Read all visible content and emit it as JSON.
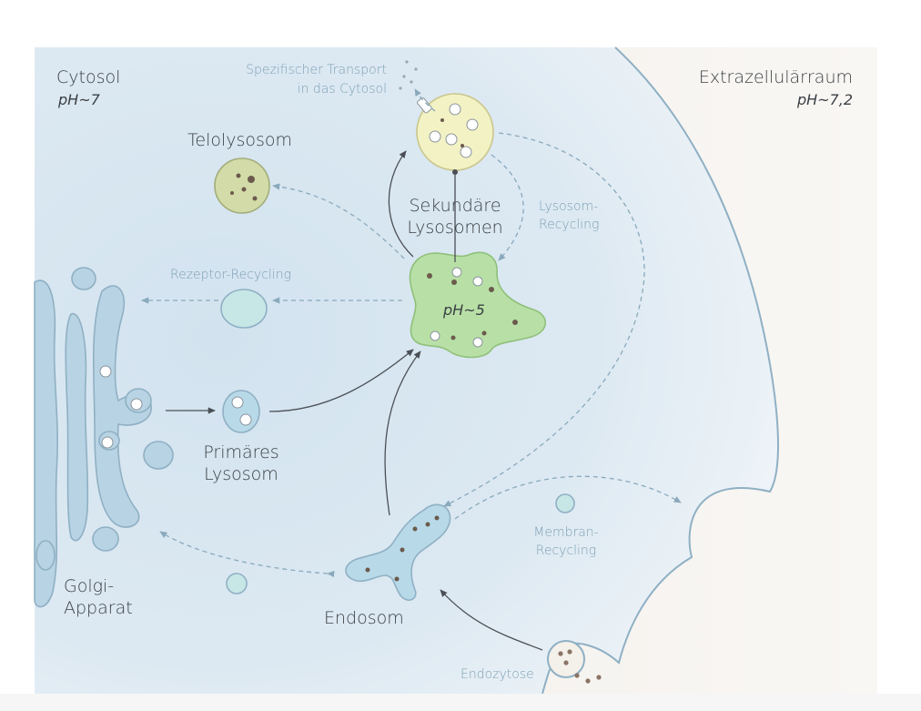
{
  "labels": {
    "cytosol": "Cytosol",
    "cytosol_ph": "pH~7",
    "extracellular": "Extrazellulärraum",
    "extracellular_ph": "pH~7,2",
    "transport_line1": "Spezifischer Transport",
    "transport_line2": "in das Cytosol",
    "telolysosom": "Telolysosom",
    "secondary_line1": "Sekundäre",
    "secondary_line2": "Lysosomen",
    "lysosom_recycling_line1": "Lysosom-",
    "lysosom_recycling_line2": "Recycling",
    "rezeptor_recycling": "Rezeptor-Recycling",
    "ph5": "pH~5",
    "primary_line1": "Primäres",
    "primary_line2": "Lysosom",
    "membran_recycling_line1": "Membran-",
    "membran_recycling_line2": "Recycling",
    "golgi_line1": "Golgi-",
    "golgi_line2": "Apparat",
    "endosom": "Endosom",
    "endozytose": "Endozytose"
  },
  "colors": {
    "cytosol_bg": "#dde9f2",
    "extracellular_bg": "#f7f4f1",
    "membrane": "#8fb0c4",
    "golgi": "#b8d3e3",
    "late_endosome": "#b8e0a6",
    "secondary_lysosome": "#f3f2c4",
    "telolysosome": "#d3dba8",
    "vesicle": "#c7e6e6",
    "solid_arrow": "#4a4f55",
    "dashed_arrow": "#8aa9bc",
    "blue_text": "#7fa1b5"
  }
}
